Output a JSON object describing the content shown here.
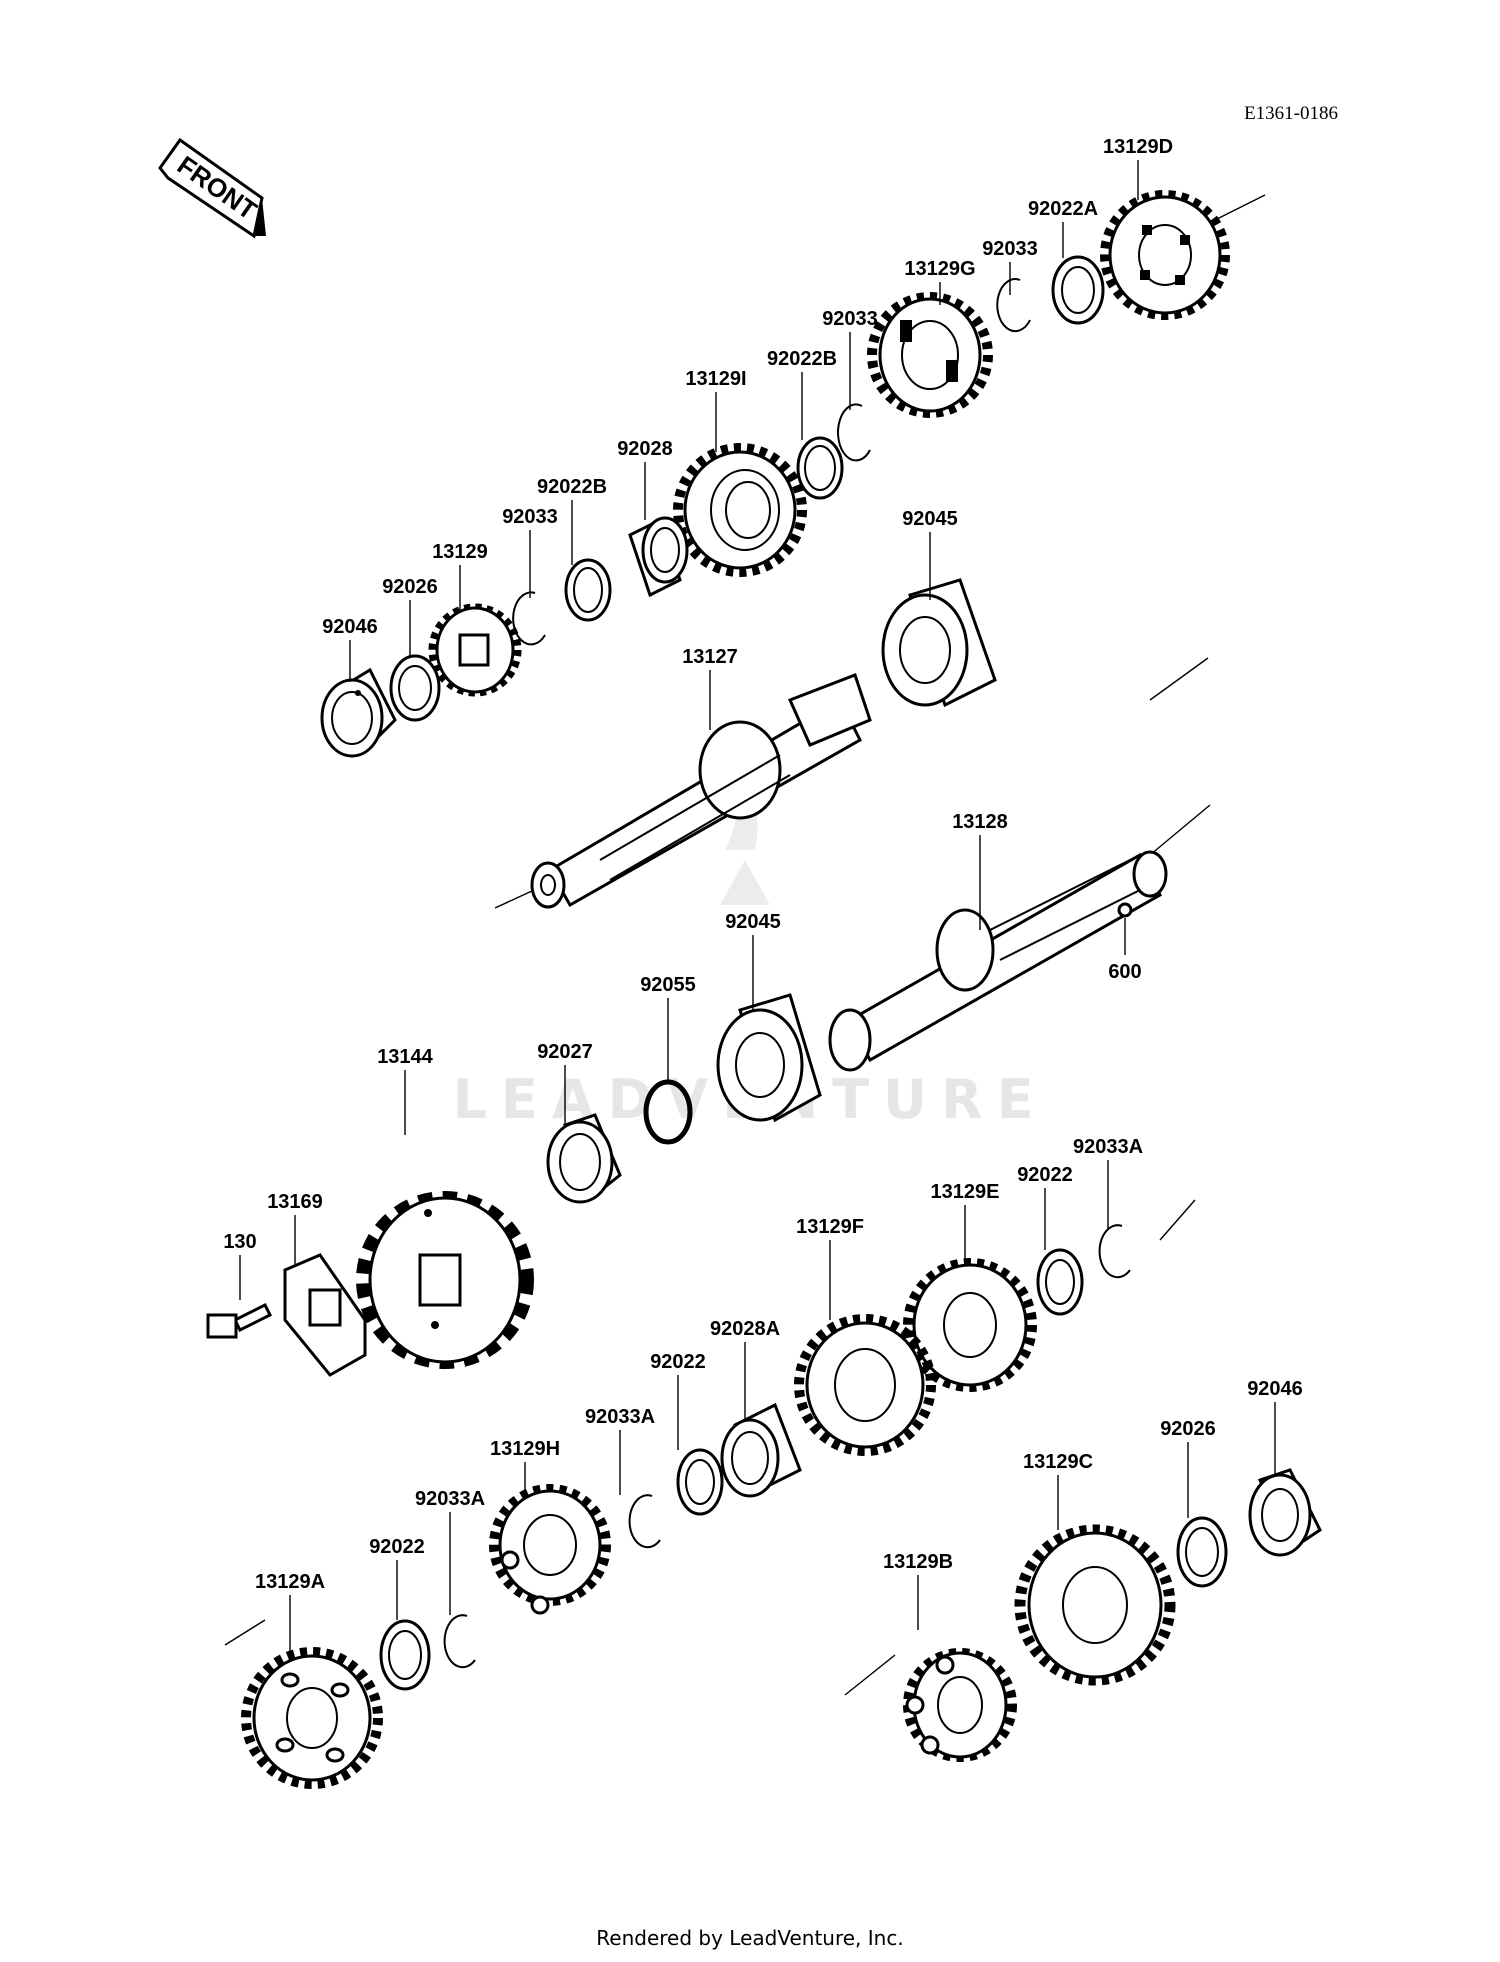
{
  "diagram": {
    "code": "E1361-0186",
    "front_label": "FRONT",
    "watermark": "LEADVENTURE",
    "footer": "Rendered by LeadVenture, Inc.",
    "labels": {
      "l13129D": "13129D",
      "l92022A": "92022A",
      "l92033a": "92033",
      "l13129G": "13129G",
      "l92033b": "92033",
      "l92022Ba": "92022B",
      "l13129I": "13129I",
      "l92028": "92028",
      "l92022Bb": "92022B",
      "l92033c": "92033",
      "l13129": "13129",
      "l92026a": "92026",
      "l92046a": "92046",
      "l92045a": "92045",
      "l13127": "13127",
      "l13128": "13128",
      "l600": "600",
      "l92045b": "92045",
      "l92055": "92055",
      "l92027": "92027",
      "l13144": "13144",
      "l13169": "13169",
      "l130": "130",
      "l92033Aa": "92033A",
      "l92022a": "92022",
      "l13129E": "13129E",
      "l13129F": "13129F",
      "l92028A": "92028A",
      "l92022b": "92022",
      "l92033Ab": "92033A",
      "l13129H": "13129H",
      "l92033Ac": "92033A",
      "l92022c": "92022",
      "l13129A": "13129A",
      "l92046b": "92046",
      "l92026b": "92026",
      "l13129C": "13129C",
      "l13129B": "13129B"
    }
  }
}
